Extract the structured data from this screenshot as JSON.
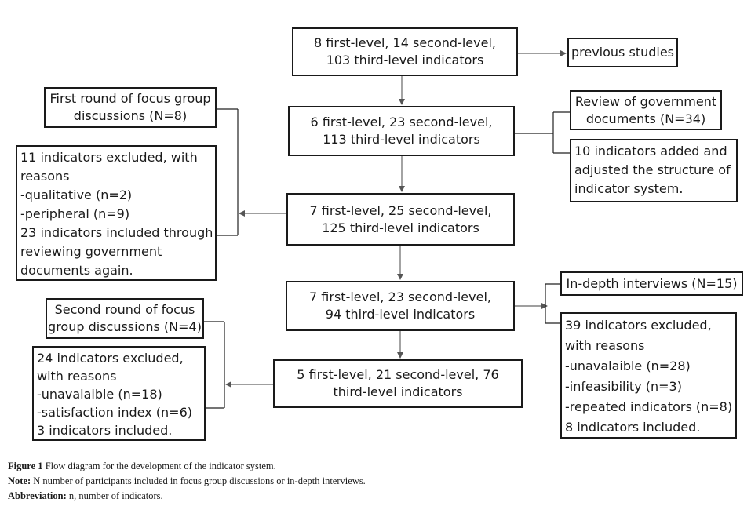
{
  "main_flow": [
    {
      "lines": [
        "8 first-level, 14 second-level,",
        "103 third-level indicators"
      ]
    },
    {
      "lines": [
        "6 first-level, 23 second-level,",
        "113 third-level indicators"
      ]
    },
    {
      "lines": [
        "7 first-level, 25 second-level,",
        "125 third-level indicators"
      ]
    },
    {
      "lines": [
        "7 first-level, 23 second-level,",
        "94 third-level indicators"
      ]
    },
    {
      "lines": [
        "5 first-level, 21 second-level, 76",
        "third-level indicators"
      ]
    }
  ],
  "previous_studies": "previous studies",
  "review_gov": {
    "lines": [
      "Review of government",
      "documents (N=34)"
    ]
  },
  "added_indicators": {
    "lines": [
      "10 indicators added and",
      "adjusted the structure of",
      "indicator system."
    ]
  },
  "focus_group_1": {
    "lines": [
      "First round of focus group",
      "discussions (N=8)"
    ]
  },
  "excluded_round1": {
    "lines": [
      "11 indicators excluded, with",
      "reasons",
      "-qualitative (n=2)",
      "-peripheral (n=9)",
      "23 indicators included through",
      "reviewing government",
      "documents again."
    ]
  },
  "focus_group_2": {
    "lines": [
      "Second round of focus",
      "group discussions (N=4)"
    ]
  },
  "excluded_round2": {
    "lines": [
      "24 indicators excluded,",
      "with reasons",
      "-unavalaible (n=18)",
      "-satisfaction index  (n=6)",
      "3 indicators included."
    ]
  },
  "interviews": "In-depth interviews (N=15)",
  "excluded_interviews": {
    "lines": [
      "39 indicators  excluded,",
      "with reasons",
      "-unavalaible (n=28)",
      "-infeasibility (n=3)",
      "-repeated indicators (n=8)",
      "8 indicators included."
    ]
  },
  "caption": {
    "figure_label": "Figure 1",
    "figure_text": " Flow diagram for the development of the indicator system.",
    "note_label": "Note:",
    "note_text": " N number of participants included in focus group discussions or in-depth interviews.",
    "abbr_label": "Abbreviation:",
    "abbr_text": " n, number of indicators."
  },
  "colors": {
    "line": "#1a1a1a",
    "arrow": "#777777"
  }
}
